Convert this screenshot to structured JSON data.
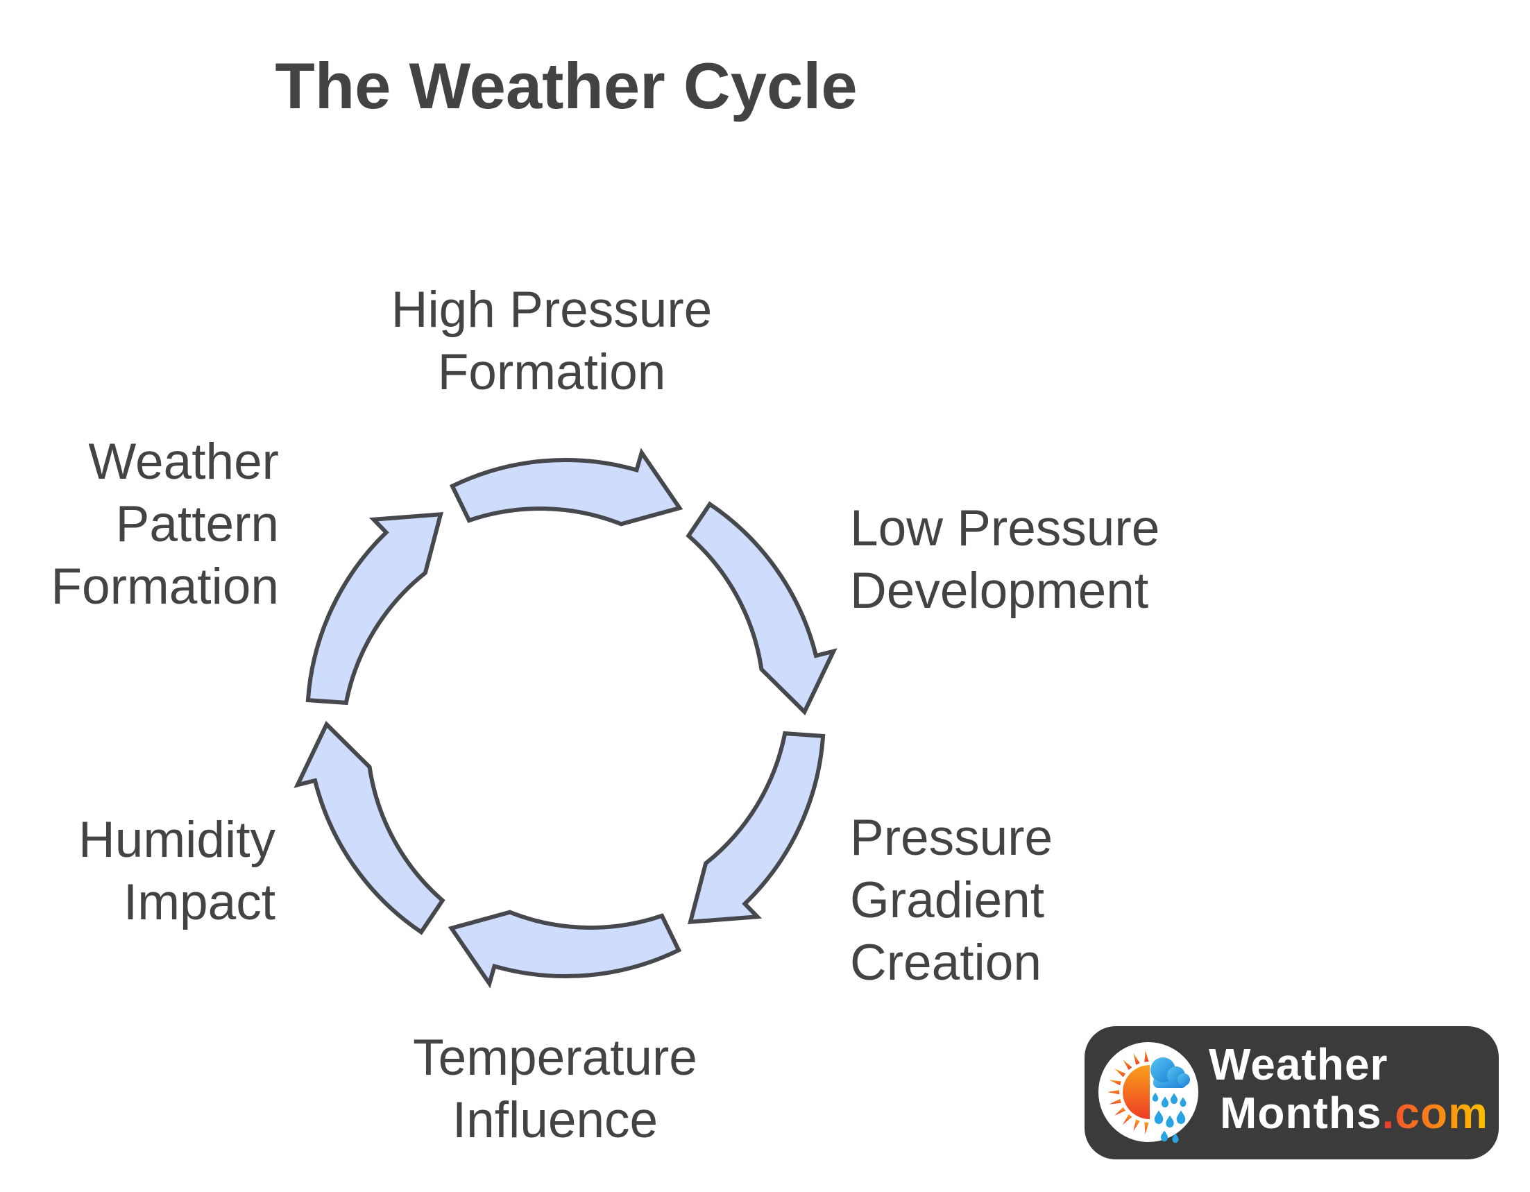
{
  "page_title": "The Weather Cycle",
  "cycle": {
    "direction": "clockwise",
    "steps": [
      {
        "label": "High Pressure\nFormation",
        "position": "top"
      },
      {
        "label": "Low Pressure\nDevelopment",
        "position": "right-upper"
      },
      {
        "label": "Pressure\nGradient\nCreation",
        "position": "right-lower"
      },
      {
        "label": "Temperature\nInfluence",
        "position": "bottom"
      },
      {
        "label": "Humidity\nImpact",
        "position": "left-lower"
      },
      {
        "label": "Weather\nPattern\nFormation",
        "position": "left-upper"
      }
    ]
  },
  "branding": {
    "name_line1": "Weather",
    "name_line2": "Months",
    "tld_dot": ".",
    "tld": "com"
  },
  "colors": {
    "background": "#ffffff",
    "text": "#434343",
    "arrow_fill": "#cdddfb",
    "arrow_stroke": "#47484d",
    "logo_bg": "#3b3b3b",
    "logo_text": "#ffffff",
    "sun_top": "#f9a11b",
    "sun_bottom": "#ee3c24",
    "cloud_top": "#56c5f0",
    "cloud_bottom": "#1c7ed6",
    "rain": "#29a3e4",
    "dot_red": "#e8432c",
    "com_start": "#f3562b",
    "com_end": "#fdc300"
  }
}
